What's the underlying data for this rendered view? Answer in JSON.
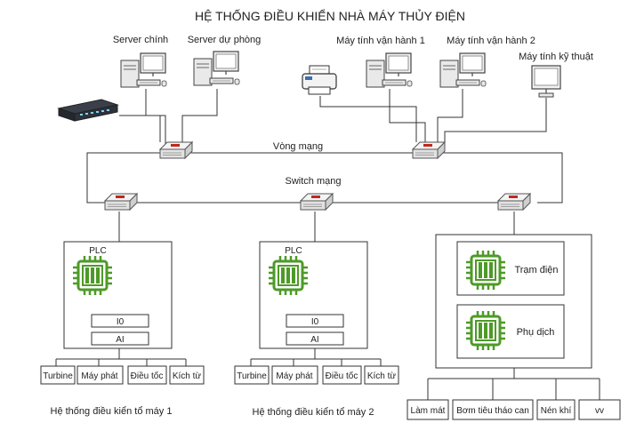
{
  "title": "HỆ THỐNG ĐIỀU KHIỂN NHÀ MÁY THỦY ĐIỆN",
  "computers": {
    "server_main": "Server chính",
    "server_backup": "Server dự phòng",
    "ops_pc_1": "Máy tính vận hành 1",
    "ops_pc_2": "Máy tính vận hành 2",
    "tech_pc": "Máy tính kỹ thuật"
  },
  "network": {
    "ring_label": "Vòng mạng",
    "switch_label": "Switch mạng"
  },
  "unit1": {
    "plc_label": "PLC",
    "io": "I0",
    "ai": "AI",
    "devices": [
      "Turbine",
      "Máy phát",
      "Điều tốc",
      "Kích từ"
    ],
    "caption": "Hệ thống điều kiển tổ máy 1"
  },
  "unit2": {
    "plc_label": "PLC",
    "io": "I0",
    "ai": "AI",
    "devices": [
      "Turbine",
      "Máy phát",
      "Điều tốc",
      "Kích từ"
    ],
    "caption": "Hệ thống điều kiển tổ máy 2"
  },
  "auxiliary": {
    "substation": "Trạm điện",
    "aux_service": "Phụ dịch",
    "devices": [
      "Làm mát",
      "Bơm tiêu tháo can",
      "Nén khí",
      "vv"
    ]
  },
  "colors": {
    "line": "#333333",
    "chip_green": "#4e9a28",
    "switch_body": "#e6e6e6",
    "switch_red": "#c0281c",
    "printer_blue": "#3b6fb0"
  }
}
